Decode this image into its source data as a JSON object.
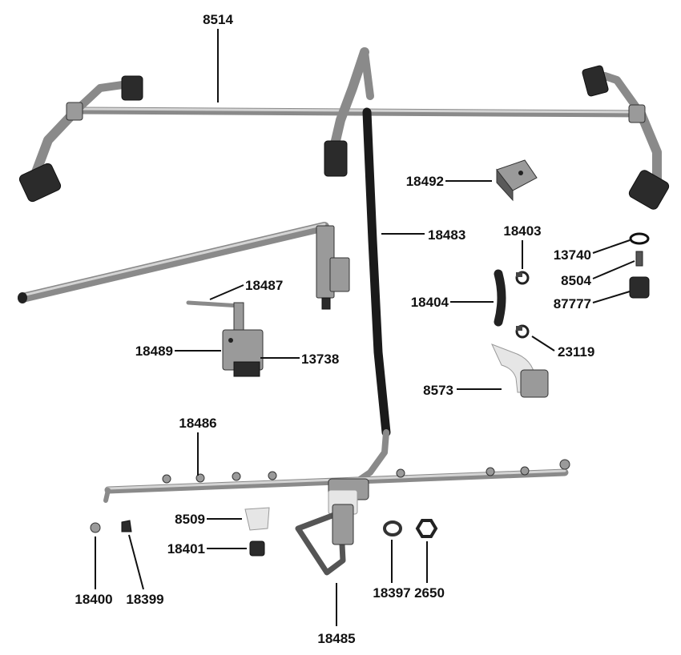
{
  "parts": [
    {
      "id": "p8514",
      "label": "8514"
    },
    {
      "id": "p18492",
      "label": "18492"
    },
    {
      "id": "p18483",
      "label": "18483"
    },
    {
      "id": "p18403",
      "label": "18403"
    },
    {
      "id": "p13740",
      "label": "13740"
    },
    {
      "id": "p8504",
      "label": "8504"
    },
    {
      "id": "p87777",
      "label": "87777"
    },
    {
      "id": "p18487",
      "label": "18487"
    },
    {
      "id": "p18404",
      "label": "18404"
    },
    {
      "id": "p18489",
      "label": "18489"
    },
    {
      "id": "p13738",
      "label": "13738"
    },
    {
      "id": "p23119",
      "label": "23119"
    },
    {
      "id": "p8573",
      "label": "8573"
    },
    {
      "id": "p18486",
      "label": "18486"
    },
    {
      "id": "p8509",
      "label": "8509"
    },
    {
      "id": "p18401",
      "label": "18401"
    },
    {
      "id": "p18400",
      "label": "18400"
    },
    {
      "id": "p18399",
      "label": "18399"
    },
    {
      "id": "p18397",
      "label": "18397"
    },
    {
      "id": "p2650",
      "label": "2650"
    },
    {
      "id": "p18485",
      "label": "18485"
    }
  ]
}
